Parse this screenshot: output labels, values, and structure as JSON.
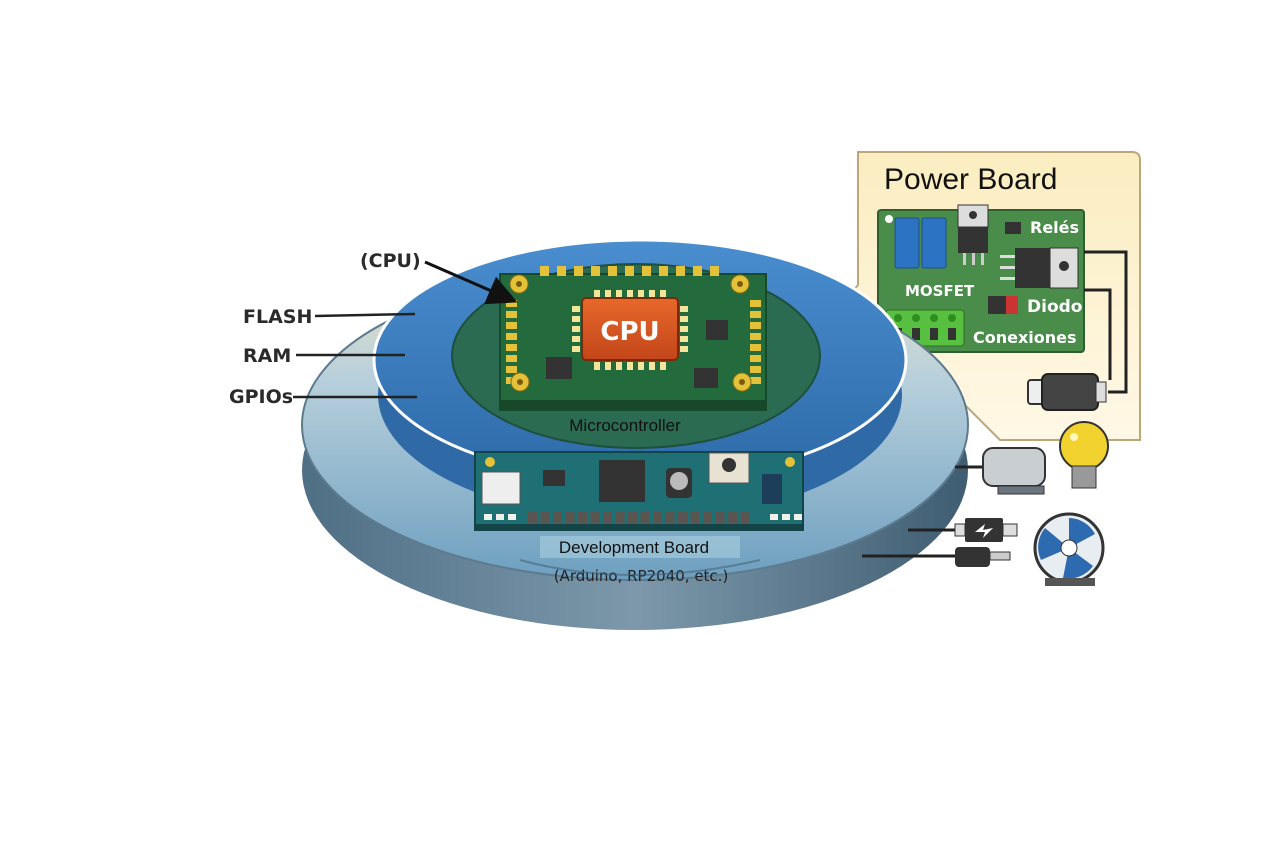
{
  "diagram": {
    "left_labels": {
      "cpu": "(CPU)",
      "flash": "FLASH",
      "ram": "RAM",
      "gpios": "GPIOs"
    },
    "microcontroller": {
      "chip_label": "CPU",
      "caption": "Microcontroller"
    },
    "development_board": {
      "caption": "Development Board",
      "subcaption": "(Arduino, RP2040, etc.)"
    },
    "power_board": {
      "title": "Power Board",
      "labels": {
        "relays": "Relés",
        "mosfet": "MOSFET",
        "diode": "Diodo",
        "connections": "Conexiones"
      }
    },
    "loads": [
      "solenoid-icon",
      "motor-icon",
      "light-bulb-icon",
      "relay-component-icon",
      "plug-icon",
      "fan-icon"
    ],
    "colors": {
      "outer_disc": "#5f8fae",
      "inner_disc": "#3f7fbf",
      "pcb_green": "#2e6b45",
      "cpu_orange": "#d9531e",
      "power_panel_bg": "#fbefc6",
      "power_pcb": "#4a8c4a"
    }
  }
}
